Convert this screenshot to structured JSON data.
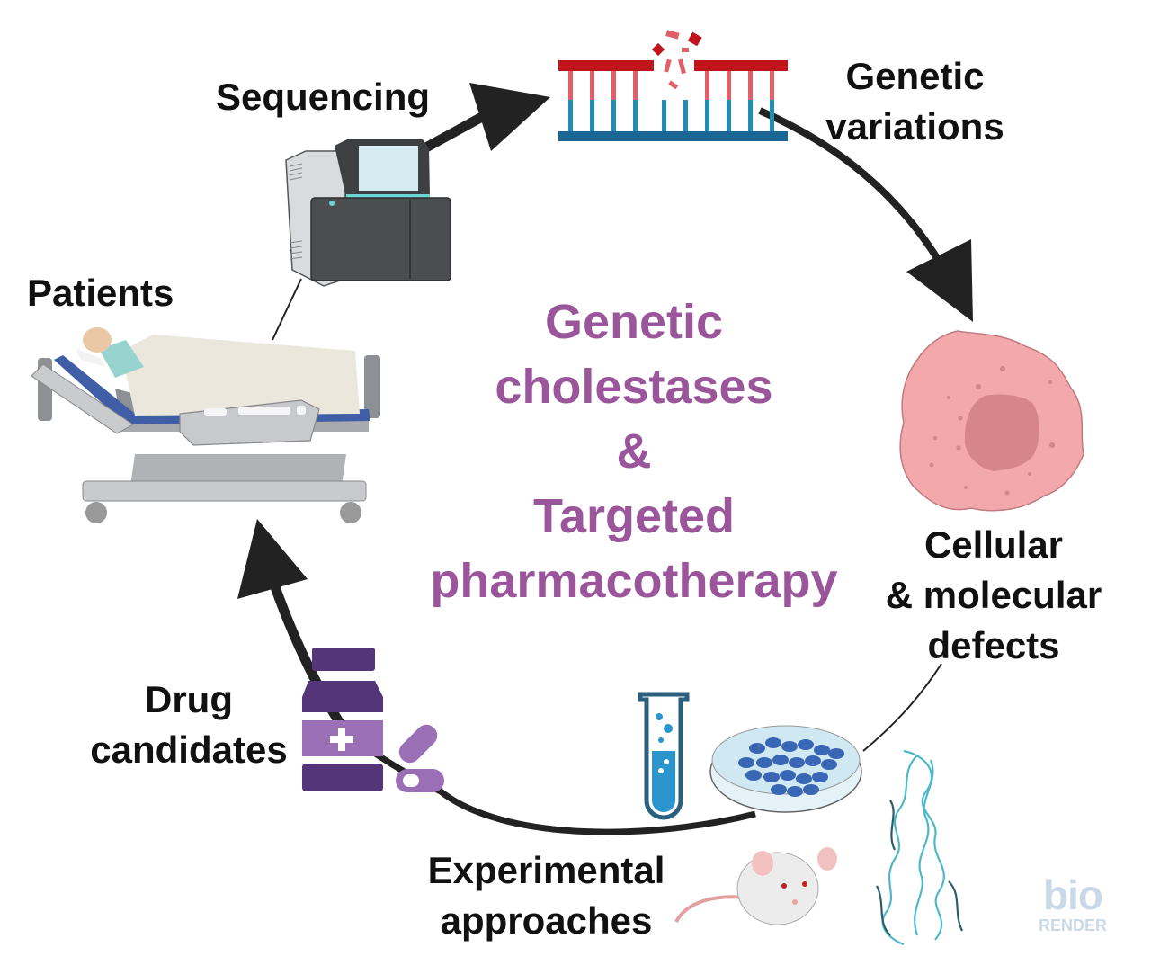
{
  "title": {
    "lines": [
      "Genetic",
      "cholestases",
      "&",
      "Targeted",
      "pharmacotherapy"
    ],
    "color": "#9a559b"
  },
  "stages": [
    {
      "id": "sequencing",
      "lines": [
        "Sequencing"
      ],
      "icon": "sequencer-icon"
    },
    {
      "id": "genetic-variations",
      "lines": [
        "Genetic",
        "variations"
      ],
      "icon": "dna-mutation-icon"
    },
    {
      "id": "cellular-molecular-defects",
      "lines": [
        "Cellular",
        "& molecular",
        "defects"
      ],
      "icon": "cell-icon"
    },
    {
      "id": "experimental-approaches",
      "lines": [
        "Experimental",
        "approaches"
      ],
      "icons": [
        "test-tube-icon",
        "petri-dish-icon",
        "mouse-icon",
        "protein-structure-icon"
      ]
    },
    {
      "id": "drug-candidates",
      "lines": [
        "Drug",
        "candidates"
      ],
      "icon": "medicine-bottle-icon"
    },
    {
      "id": "patients",
      "lines": [
        "Patients"
      ],
      "icon": "hospital-bed-icon"
    }
  ],
  "colors": {
    "arrow": "#222222",
    "dna_top": "#c0141c",
    "dna_top_light": "#e06068",
    "dna_bottom": "#1a6796",
    "dna_bottom_light": "#1f8fb8",
    "cell": "#f3a9ab",
    "nucleus": "#d6858a",
    "drug_dark": "#55357a",
    "drug_light": "#9a6fb6",
    "test_tube": "#2a95cf"
  },
  "watermark": {
    "top": "bio",
    "bottom": "RENDER"
  }
}
